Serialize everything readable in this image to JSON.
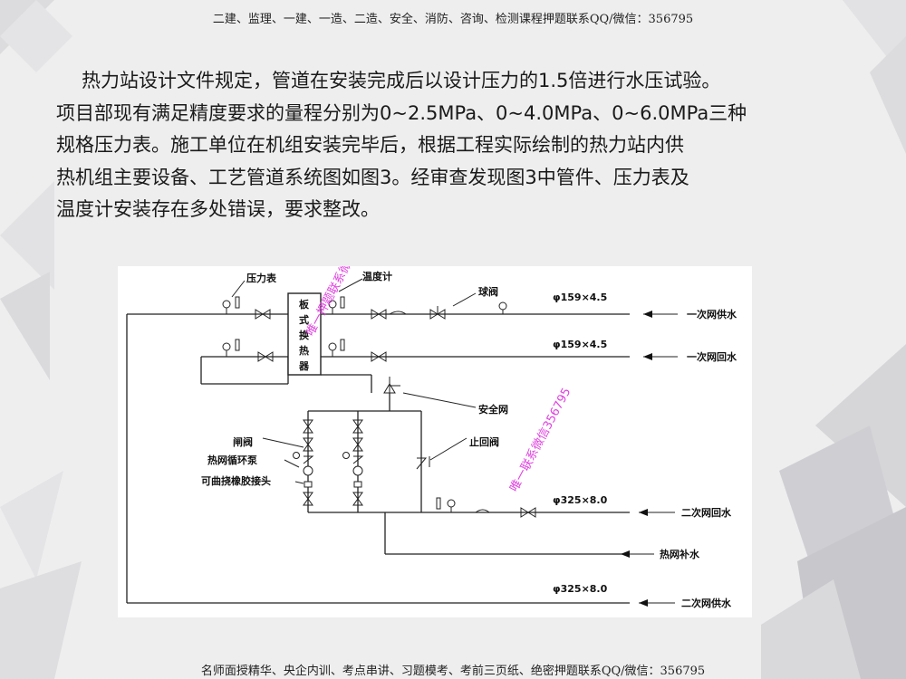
{
  "header_banner": "二建、监理、一建、一造、二造、安全、消防、咨询、检测课程押题联系QQ/微信：356795",
  "footer_banner": "名师面授精华、央企内训、考点串讲、习题模考、考前三页纸、绝密押题联系QQ/微信：356795",
  "problem_lines": [
    "热力站设计文件规定，管道在安装完成后以设计压力的1.5倍进行水压试验。",
    "项目部现有满足精度要求的量程分别为0~2.5MPa、0~4.0MPa、0~6.0MPa三种",
    "规格压力表。施工单位在机组安装完毕后，根据工程实际绘制的热力站内供",
    "热机组主要设备、工艺管道系统图如图3。经审查发现图3中管件、压力表及",
    "温度计安装存在多处错误，要求整改。"
  ],
  "diagram": {
    "labels": {
      "pressure_gauge": "压力表",
      "thermometer": "温度计",
      "ball_valve": "球阀",
      "heat_exchanger": [
        "板",
        "式",
        "换",
        "热",
        "器"
      ],
      "safety_valve": "安全网",
      "gate_valve": "闸阀",
      "circulation_pump": "热网循环泵",
      "flexible_joint": "可曲挠橡胶接头",
      "check_valve": "止回阀"
    },
    "pipes": {
      "primary_supply": {
        "spec": "φ159×4.5",
        "name": "一次网供水"
      },
      "primary_return": {
        "spec": "φ159×4.5",
        "name": "一次网回水"
      },
      "secondary_return": {
        "spec": "φ325×8.0",
        "name": "二次网回水"
      },
      "makeup_water": {
        "name": "热网补水"
      },
      "secondary_supply": {
        "spec": "φ325×8.0",
        "name": "二次网供水"
      }
    }
  },
  "watermarks": [
    "唯一押题联系微信356795",
    "唯一联系微信356795"
  ],
  "colors": {
    "watermark": "#e040e0",
    "background": "#eeeeef",
    "panel": "#ffffff"
  }
}
